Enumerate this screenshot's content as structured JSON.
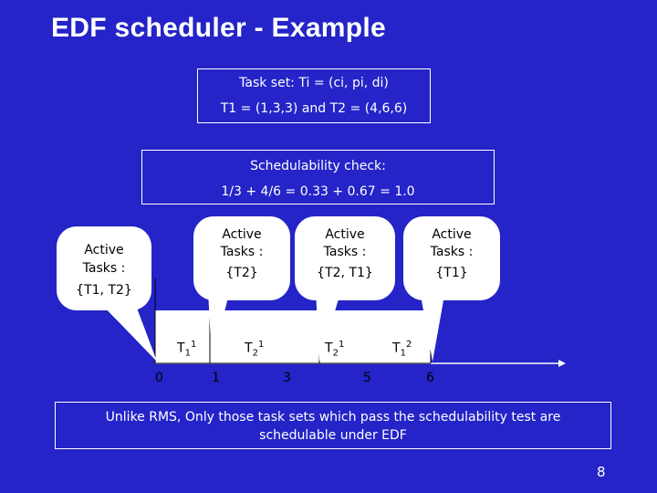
{
  "title": "EDF scheduler - Example",
  "taskset": {
    "line1": "Task set: Ti = (ci, pi, di)",
    "line2": "T1 = (1,3,3) and T2 = (4,6,6)"
  },
  "sched": {
    "line1": "Schedulability check:",
    "line2": "1/3 + 4/6 = 0.33 + 0.67 = 1.0"
  },
  "callouts": [
    {
      "l1": "Active",
      "l2": "Tasks :",
      "l3": "{T1, T2}"
    },
    {
      "l1": "Active",
      "l2": "Tasks :",
      "l3": "{T2}"
    },
    {
      "l1": "Active",
      "l2": "Tasks :",
      "l3": "{T2, T1}"
    },
    {
      "l1": "Active",
      "l2": "Tasks :",
      "l3": "{T1}"
    }
  ],
  "timeline": {
    "slots": [
      {
        "base": "T",
        "sub": "1",
        "sup": "1"
      },
      {
        "base": "T",
        "sub": "2",
        "sup": "1"
      },
      {
        "base": "T",
        "sub": "2",
        "sup": "1"
      },
      {
        "base": "T",
        "sub": "1",
        "sup": "2"
      }
    ],
    "ticks": [
      "0",
      "1",
      "3",
      "5",
      "6"
    ]
  },
  "note": {
    "line1": "Unlike RMS, Only those task sets which pass the schedulability test are",
    "line2": "schedulable under EDF"
  },
  "page_number": "8",
  "colors": {
    "background": "#2424c8",
    "callout_fill": "#ffffff",
    "text": "#ffffff"
  }
}
